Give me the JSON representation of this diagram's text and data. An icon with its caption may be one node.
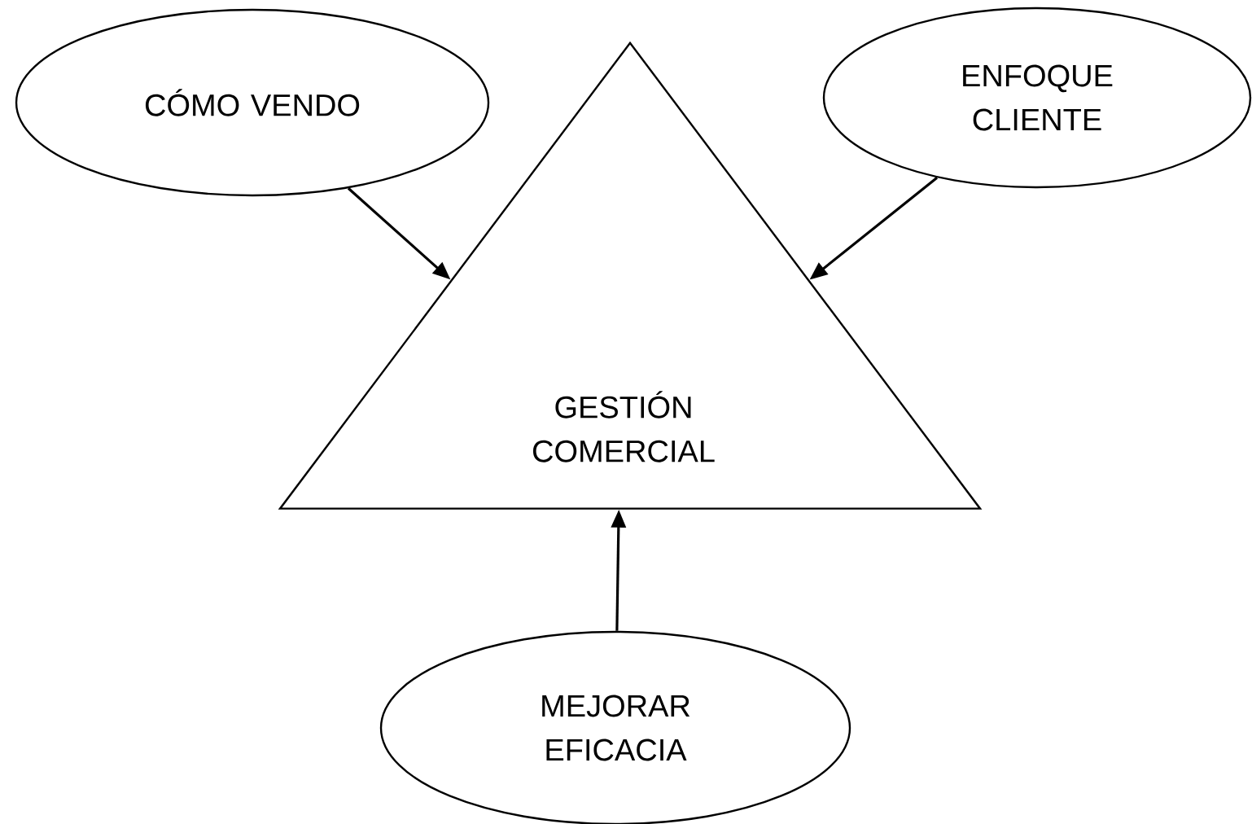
{
  "diagram": {
    "nodes": [
      {
        "text": [
          "GESTIÓN COMERCIAL"
        ]
      },
      {
        "text": [
          "CÓMO VENDO"
        ]
      },
      {
        "text": [
          "ENFOQUE CLIENTE"
        ]
      },
      {
        "text": [
          "MEJORAR EFICACIA"
        ]
      }
    ],
    "edges": [
      {
        "from": 1,
        "to": 0,
        "arrow": "to"
      },
      {
        "from": 2,
        "to": 0,
        "arrow": "to"
      },
      {
        "from": 3,
        "to": 0,
        "arrow": "to"
      }
    ]
  }
}
